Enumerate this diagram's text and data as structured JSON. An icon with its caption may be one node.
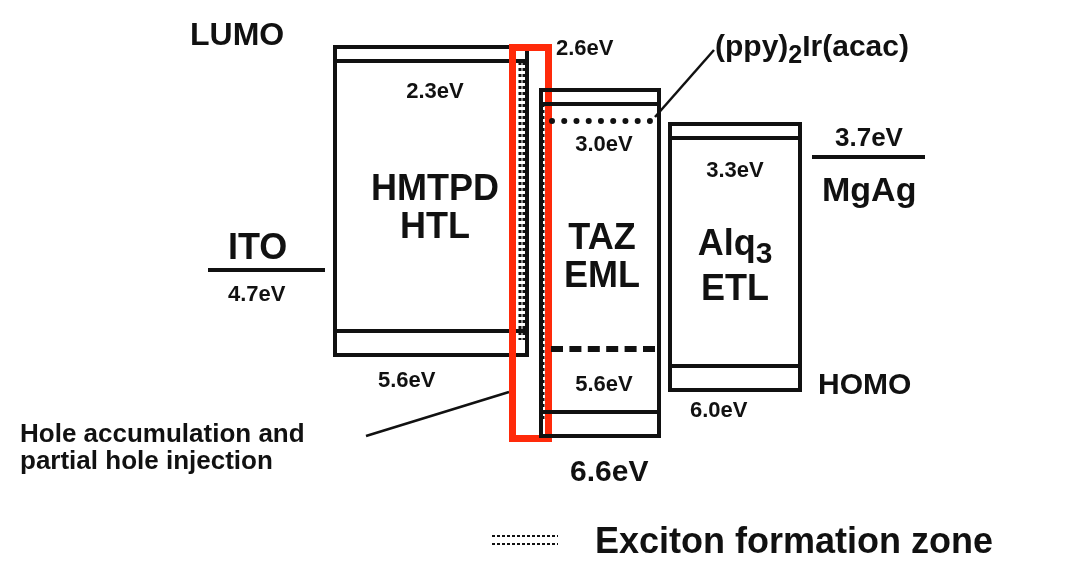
{
  "diagram": {
    "nodes": [
      {
        "text": [
          "2.3eV",
          "HMTPD HTL"
        ],
        "beside": [
          "5.6eV"
        ]
      },
      {
        "text": [],
        "shape": "box"
      },
      {
        "text": [
          "3.0eV",
          "TAZ EML",
          "5.6eV"
        ],
        "beside": [
          "6.6eV"
        ]
      },
      {
        "text": [],
        "shape": "bar",
        "in": 2
      },
      {
        "text": [
          "(ppy)$_{2}$Ir(acac)"
        ]
      },
      {
        "text": [
          "3.3eV",
          "Alq$_{3}$ ETL"
        ],
        "beside": [
          "6.0eV"
        ]
      },
      {
        "text": [
          "Hole accumulation and partial hole injection"
        ]
      }
    ],
    "edges": [
      {
        "from": 4,
        "to": 3,
        "arrow": "none"
      },
      {
        "from": 6,
        "to": 1,
        "arrow": "none"
      }
    ],
    "labels": [
      "LUMO",
      "2.6eV",
      "3.7eV",
      "MgAg",
      "ITO",
      "4.7eV",
      "HOMO"
    ],
    "legend": [
      {
        "text": "Exciton formation zone"
      }
    ]
  }
}
